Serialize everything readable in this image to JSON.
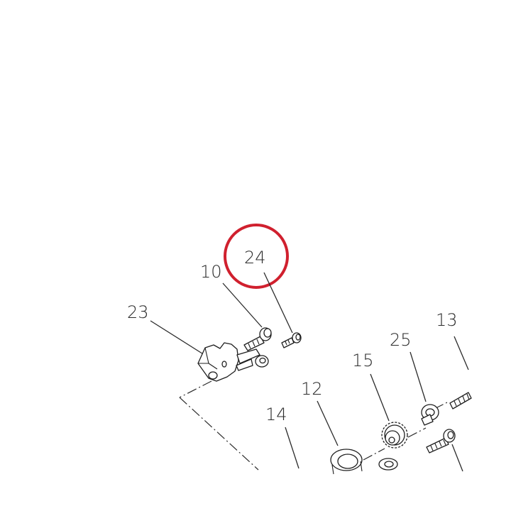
{
  "callouts": {
    "c24": "24",
    "c10": "10",
    "c23": "23",
    "c13": "13",
    "c25": "25",
    "c15": "15",
    "c12": "12",
    "c14": "14"
  },
  "colors": {
    "highlight": "#d0202e",
    "line": "#2b2b2b"
  },
  "highlighted_part": "24"
}
